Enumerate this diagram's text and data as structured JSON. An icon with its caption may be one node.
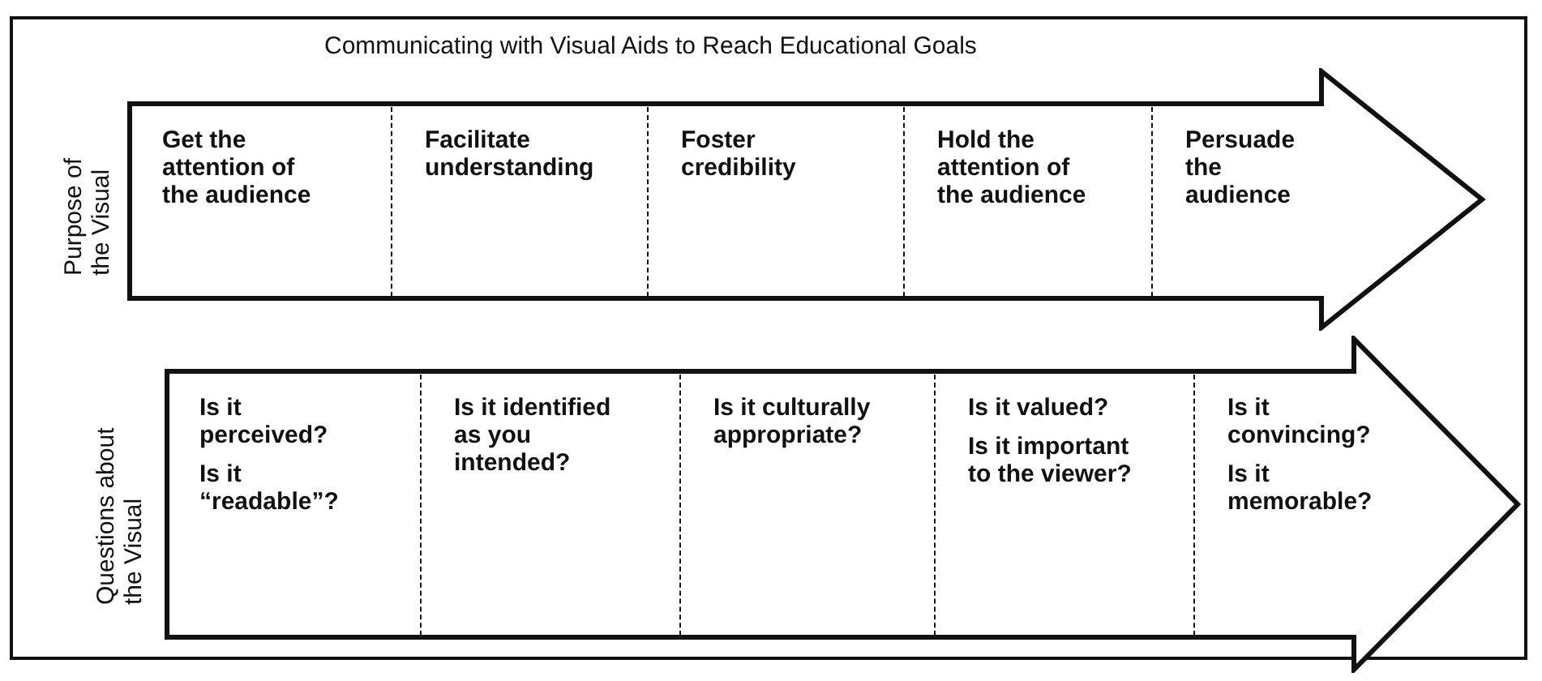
{
  "diagram": {
    "title": "Communicating with Visual Aids to Reach Educational Goals",
    "nodes": [
      {
        "text": [
          "Purpose of the Visual"
        ]
      },
      {
        "text": [
          "Get the attention of the audience"
        ],
        "in": 0
      },
      {
        "text": [
          "Facilitate understanding"
        ],
        "in": 0
      },
      {
        "text": [
          "Foster credibility"
        ],
        "in": 0
      },
      {
        "text": [
          "Hold the attention of the audience"
        ],
        "in": 0
      },
      {
        "text": [
          "Persuade the audience"
        ],
        "in": 0
      },
      {
        "text": [
          "Questions about the Visual"
        ]
      },
      {
        "text": [
          "Is it perceived?",
          "Is it “readable”?"
        ],
        "in": 6
      },
      {
        "text": [
          "Is it identified as you intended?"
        ],
        "in": 6
      },
      {
        "text": [
          "Is it culturally appropriate?"
        ],
        "in": 6
      },
      {
        "text": [
          "Is it valued?",
          "Is it important to the viewer?"
        ],
        "in": 6
      },
      {
        "text": [
          "Is it convincing?",
          "Is it memorable?"
        ],
        "in": 6
      }
    ],
    "edges": []
  }
}
